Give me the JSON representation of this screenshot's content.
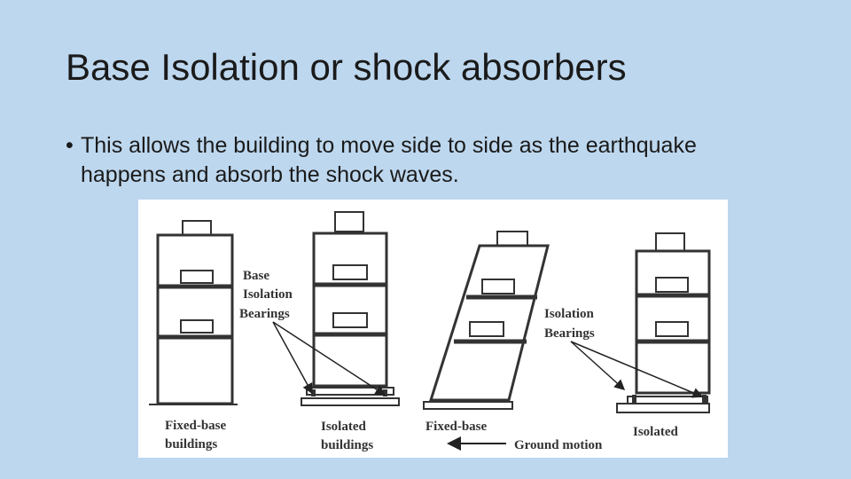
{
  "slide": {
    "title": "Base Isolation or shock absorbers",
    "bullet": "This allows the building to move side to side as the earthquake happens and absorb the shock waves.",
    "bullet_marker": "•"
  },
  "figure": {
    "labels": {
      "base_isolation_1": "Base",
      "base_isolation_2": "Isolation",
      "base_isolation_3": "Bearings",
      "isolation_bearings_1": "Isolation",
      "isolation_bearings_2": "Bearings",
      "fixed_base_buildings_1": "Fixed-base",
      "fixed_base_buildings_2": "buildings",
      "isolated_buildings_1": "Isolated",
      "isolated_buildings_2": "buildings",
      "fixed_base": "Fixed-base",
      "ground_motion": "Ground motion",
      "isolated": "Isolated"
    }
  }
}
